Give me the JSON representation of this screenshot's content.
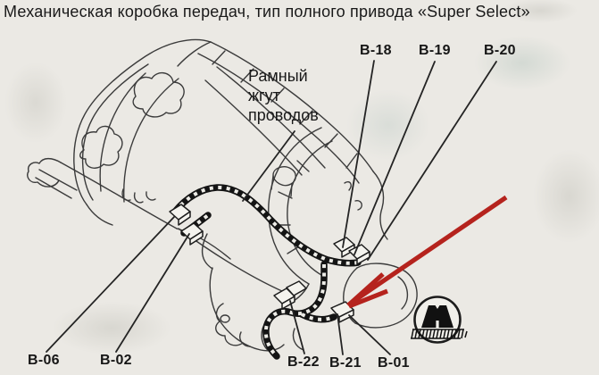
{
  "window": {
    "title": "Механическая коробка передач, тип полного привода «Super Select»"
  },
  "diagram": {
    "harness_label": "Рамный\nжгут\nпроводов",
    "connector_labels": {
      "b18": "B-18",
      "b19": "B-19",
      "b20": "B-20",
      "b06": "B-06",
      "b02": "B-02",
      "b22": "B-22",
      "b21": "B-21",
      "b01": "B-01"
    }
  },
  "colors": {
    "paper": "#ebe9e4",
    "ink": "#222222",
    "arrow_red": "#b5231d"
  },
  "icons": {
    "publisher_logo": "monolith-m-logo"
  }
}
